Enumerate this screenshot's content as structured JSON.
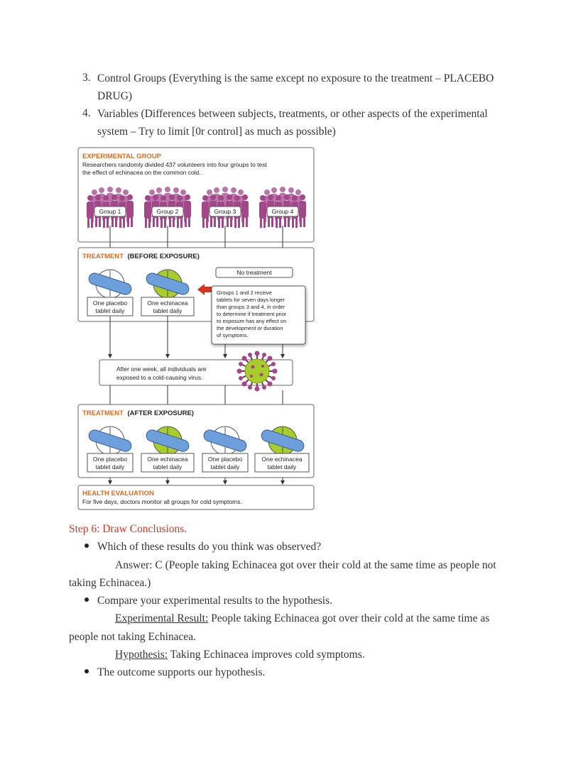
{
  "list": [
    {
      "num": "3.",
      "line1": "Control Groups (Everything is the same except no exposure to the treatment – PLACEBO",
      "line2": "DRUG)"
    },
    {
      "num": "4.",
      "line1": "Variables (Differences between subjects, treatments, or other aspects of the experimental",
      "line2": "system – Try to limit [0r control] as much as possible)"
    }
  ],
  "figure": {
    "exp_heading": "EXPERIMENTAL GROUP",
    "exp_desc1": "Researchers randomly divided 437 volunteers into four groups to test",
    "exp_desc2": "the effect of echinacea on the common cold.",
    "groups": [
      "Group 1",
      "Group 2",
      "Group 3",
      "Group 4"
    ],
    "before_heading_a": "TREATMENT",
    "before_heading_b": "(BEFORE EXPOSURE)",
    "no_treatment": "No treatment",
    "placebo_a": "One placebo",
    "echinacea_a": "One echinacea",
    "daily": "tablet daily",
    "note": [
      "Groups 1 and 2 receive",
      "tablets for seven days longer",
      "than groups 3 and 4, in order",
      "to determine if treatment prior",
      "to exposure has any effect on",
      "the development or duration",
      "of symptoms."
    ],
    "exposure1": "After one week, all individuals are",
    "exposure2": "exposed to a cold-causing virus.",
    "after_heading_a": "TREATMENT",
    "after_heading_b": "(AFTER EXPOSURE)",
    "eval_heading": "HEALTH EVALUATION",
    "eval_desc": "For five days, doctors monitor all groups for cold symptoms."
  },
  "step6": {
    "heading": "Step 6: Draw Conclusions.",
    "q1": "Which of these results do you think was observed?",
    "answer_line1": "Answer: C (People taking Echinacea got over their cold at the same time as people not",
    "answer_line2": "taking Echinacea.)",
    "q2": "Compare your experimental results to the hypothesis.",
    "result_label": "Experimental Result:",
    "result_text": " People taking Echinacea got over their cold at the same time as",
    "result_line2": "people not taking Echinacea.",
    "hyp_label": "Hypothesis:",
    "hyp_text": " Taking Echinacea improves cold symptoms.",
    "q3": "The outcome supports our hypothesis."
  },
  "colors": {
    "orange": "#e06a1b",
    "purple": "#a3468a",
    "green": "#a8cc2a",
    "blue": "#6c9fdb",
    "red": "#d9341f"
  }
}
